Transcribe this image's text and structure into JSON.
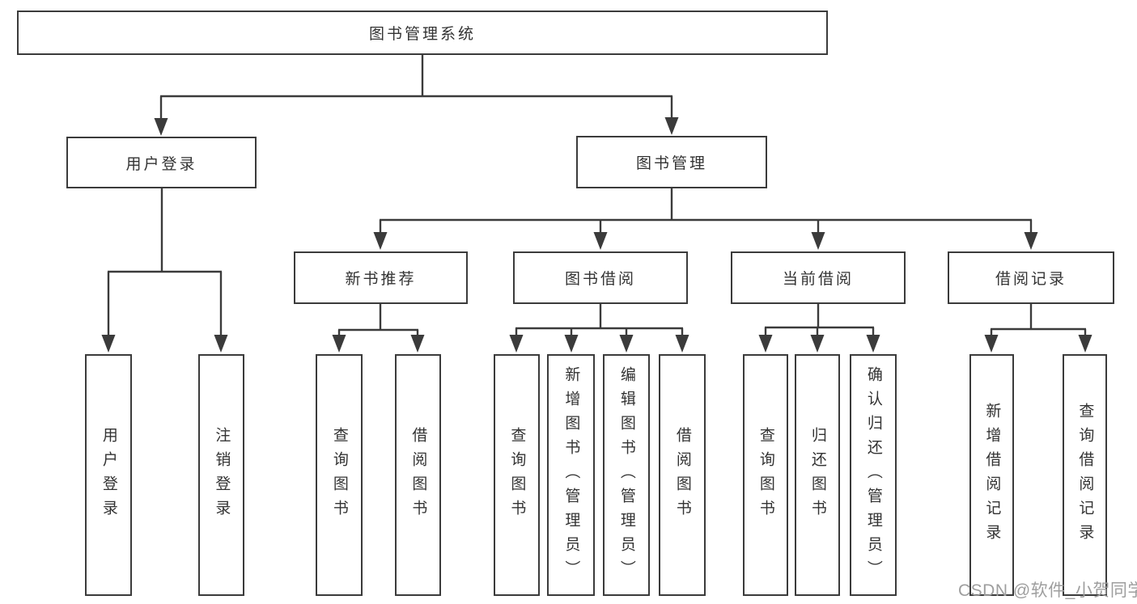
{
  "tree": {
    "root": "图书管理系统",
    "user": {
      "label": "用户登录",
      "children": [
        "用户登录",
        "注销登录"
      ]
    },
    "mgmt": {
      "label": "图书管理",
      "groups": [
        {
          "label": "新书推荐",
          "children": [
            "查询图书",
            "借阅图书"
          ]
        },
        {
          "label": "图书借阅",
          "children": [
            "查询图书",
            "新增图书（管理员）",
            "编辑图书（管理员）",
            "借阅图书"
          ]
        },
        {
          "label": "当前借阅",
          "children": [
            "查询图书",
            "归还图书",
            "确认归还（管理员）"
          ]
        },
        {
          "label": "借阅记录",
          "children": [
            "新增借阅记录",
            "查询借阅记录"
          ]
        }
      ]
    }
  },
  "watermark": "CSDN @软件_小贺同学"
}
